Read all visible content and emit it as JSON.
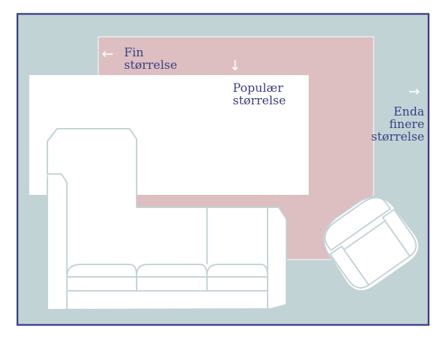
{
  "labels": {
    "fin": "Fin\nstørrelse",
    "popular": "Populær\nstørrelse",
    "enda": "Enda\nfinere\nstørrelse"
  },
  "icons": {
    "fin_arrow": "arrow-left-icon",
    "popular_arrow": "arrow-down-icon",
    "enda_arrow": "arrow-right-icon"
  },
  "colors": {
    "floor": "#c2d3d5",
    "border": "#3b3f86",
    "rug_large": "#ddbfc1",
    "rug_small": "#ffffff",
    "furniture_fill": "#ffffff",
    "furniture_line": "#c2d3d5",
    "text": "#3b3f86",
    "arrow": "#ffffff"
  }
}
